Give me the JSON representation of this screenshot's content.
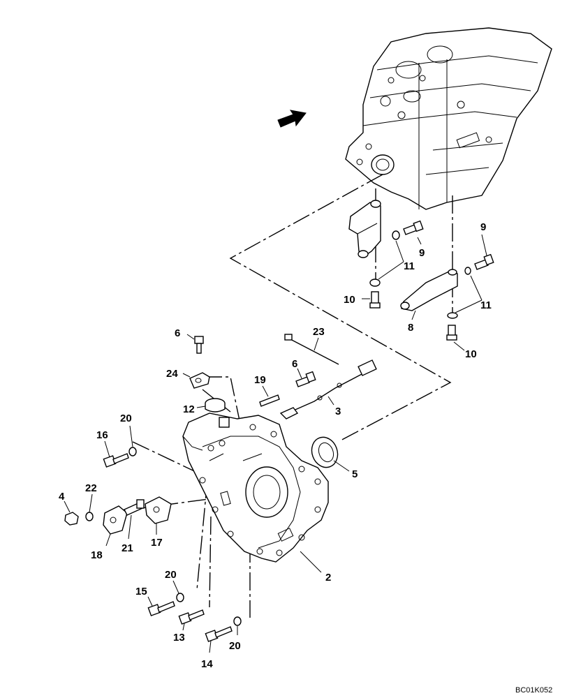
{
  "figure_code": "BC01K052",
  "callouts": {
    "c2": "2",
    "c3": "3",
    "c4": "4",
    "c5": "5",
    "c6a": "6",
    "c6b": "6",
    "c8": "8",
    "c9a": "9",
    "c9b": "9",
    "c10a": "10",
    "c10b": "10",
    "c11a": "11",
    "c11b": "11",
    "c12": "12",
    "c13": "13",
    "c14": "14",
    "c15": "15",
    "c16": "16",
    "c17": "17",
    "c18": "18",
    "c19": "19",
    "c20a": "20",
    "c20b": "20",
    "c20c": "20",
    "c21": "21",
    "c22": "22",
    "c23": "23",
    "c24": "24"
  }
}
